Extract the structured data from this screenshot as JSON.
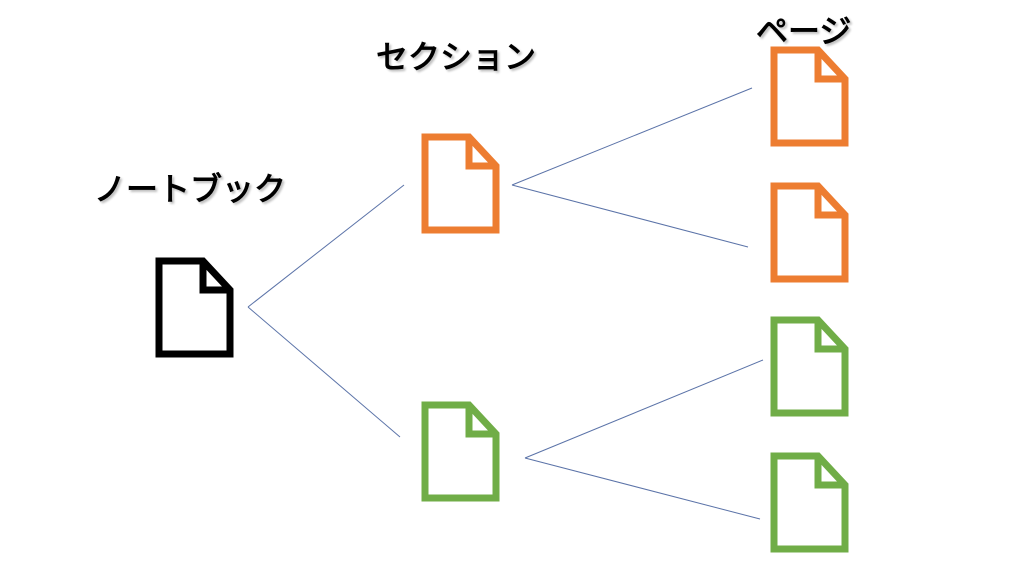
{
  "labels": {
    "notebook": "ノートブック",
    "section": "セクション",
    "page": "ページ"
  },
  "colors": {
    "notebook": "#000000",
    "section_1": "#ED7D31",
    "section_2": "#70AD47",
    "connector": "#5B73A8"
  },
  "nodes": [
    {
      "id": "notebook",
      "level": "notebook",
      "icon": "document-icon",
      "color_key": "notebook"
    },
    {
      "id": "section-1",
      "level": "section",
      "parent": "notebook",
      "icon": "document-icon",
      "color_key": "section_1"
    },
    {
      "id": "section-2",
      "level": "section",
      "parent": "notebook",
      "icon": "document-icon",
      "color_key": "section_2"
    },
    {
      "id": "page-1",
      "level": "page",
      "parent": "section-1",
      "icon": "document-icon",
      "color_key": "section_1"
    },
    {
      "id": "page-2",
      "level": "page",
      "parent": "section-1",
      "icon": "document-icon",
      "color_key": "section_1"
    },
    {
      "id": "page-3",
      "level": "page",
      "parent": "section-2",
      "icon": "document-icon",
      "color_key": "section_2"
    },
    {
      "id": "page-4",
      "level": "page",
      "parent": "section-2",
      "icon": "document-icon",
      "color_key": "section_2"
    }
  ]
}
